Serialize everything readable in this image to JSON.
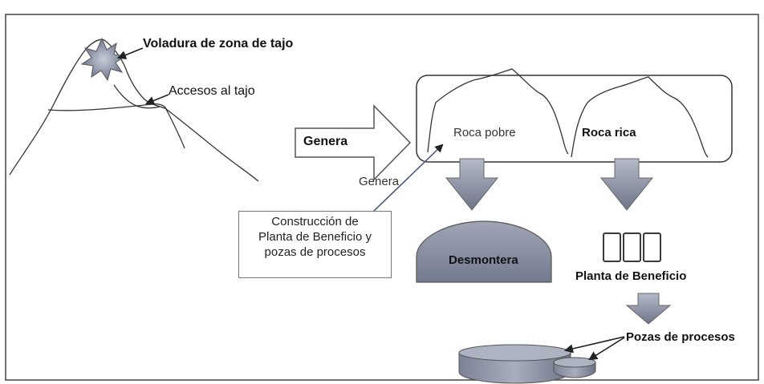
{
  "diagram": {
    "voladura": "Voladura de zona de tajo",
    "accesos": "Accesos al tajo",
    "genera_arrow": "Genera",
    "genera_line": "Genera",
    "roca_pobre": "Roca pobre",
    "roca_rica": "Roca rica",
    "construccion": {
      "line1": "Construcción de",
      "line2": "Planta de Beneficio y",
      "line3": "pozas de procesos"
    },
    "desmontera": "Desmontera",
    "planta": "Planta de Beneficio",
    "pozas": "Pozas de procesos"
  },
  "colors": {
    "arrow_fill": "#7f8599",
    "arrow_light": "#b5bac9",
    "stroke": "#333333",
    "frame": "#555555"
  }
}
